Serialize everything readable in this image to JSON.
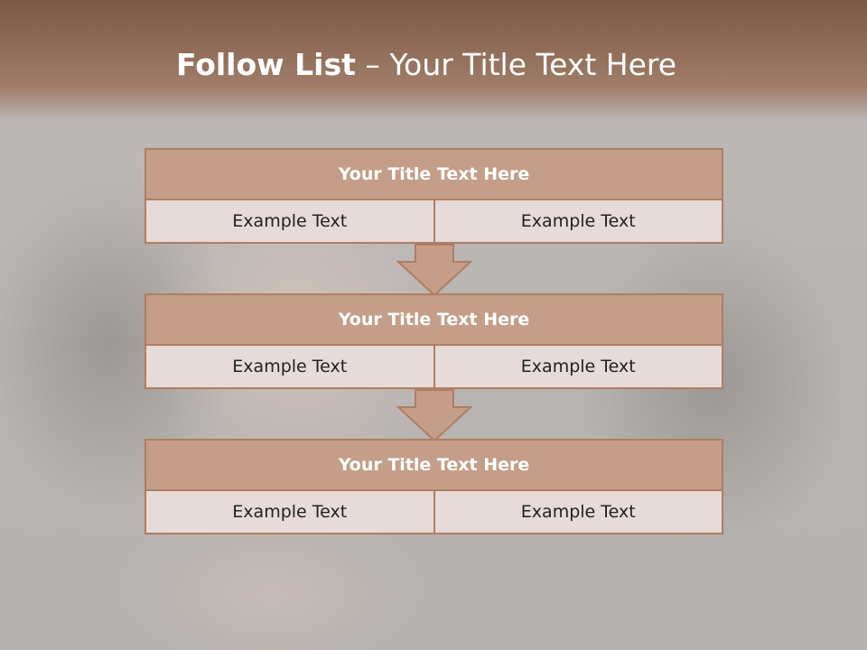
{
  "slide": {
    "title_bold": "Follow List",
    "title_rest": " – Your Title Text Here"
  },
  "blocks": [
    {
      "title": "Your Title Text Here",
      "left": "Example Text",
      "right": "Example Text"
    },
    {
      "title": "Your Title Text Here",
      "left": "Example Text",
      "right": "Example Text"
    },
    {
      "title": "Your Title Text Here",
      "left": "Example Text",
      "right": "Example Text"
    }
  ],
  "colors": {
    "header": "#8e6a56",
    "box_title_fill": "#c49e88",
    "box_border": "#b07e62",
    "cell_fill": "#e6dbd8"
  },
  "icons": [
    "down-arrow-icon",
    "down-arrow-icon"
  ]
}
